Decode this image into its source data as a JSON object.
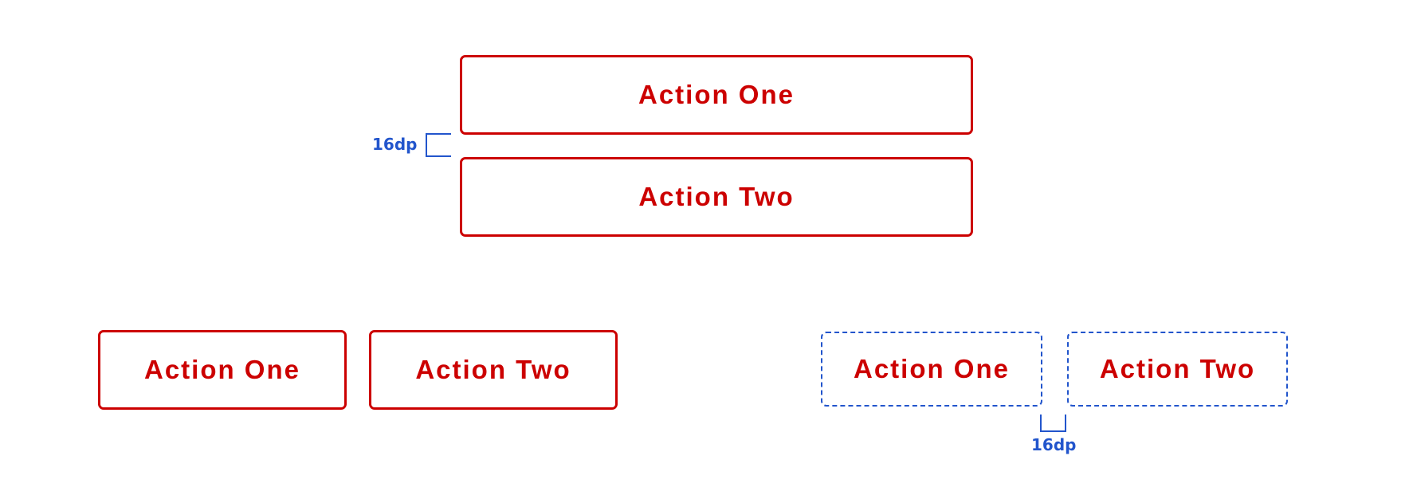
{
  "colors": {
    "button_red": "#cc0000",
    "spacing_blue": "#2255cc"
  },
  "stacked": {
    "action_one": "Action One",
    "action_two": "Action Two",
    "spacing_label": "16dp"
  },
  "side_by_side": {
    "action_one": "Action One",
    "action_two": "Action Two"
  },
  "side_by_side_outlined": {
    "action_one": "Action One",
    "action_two": "Action Two",
    "spacing_label": "16dp"
  }
}
